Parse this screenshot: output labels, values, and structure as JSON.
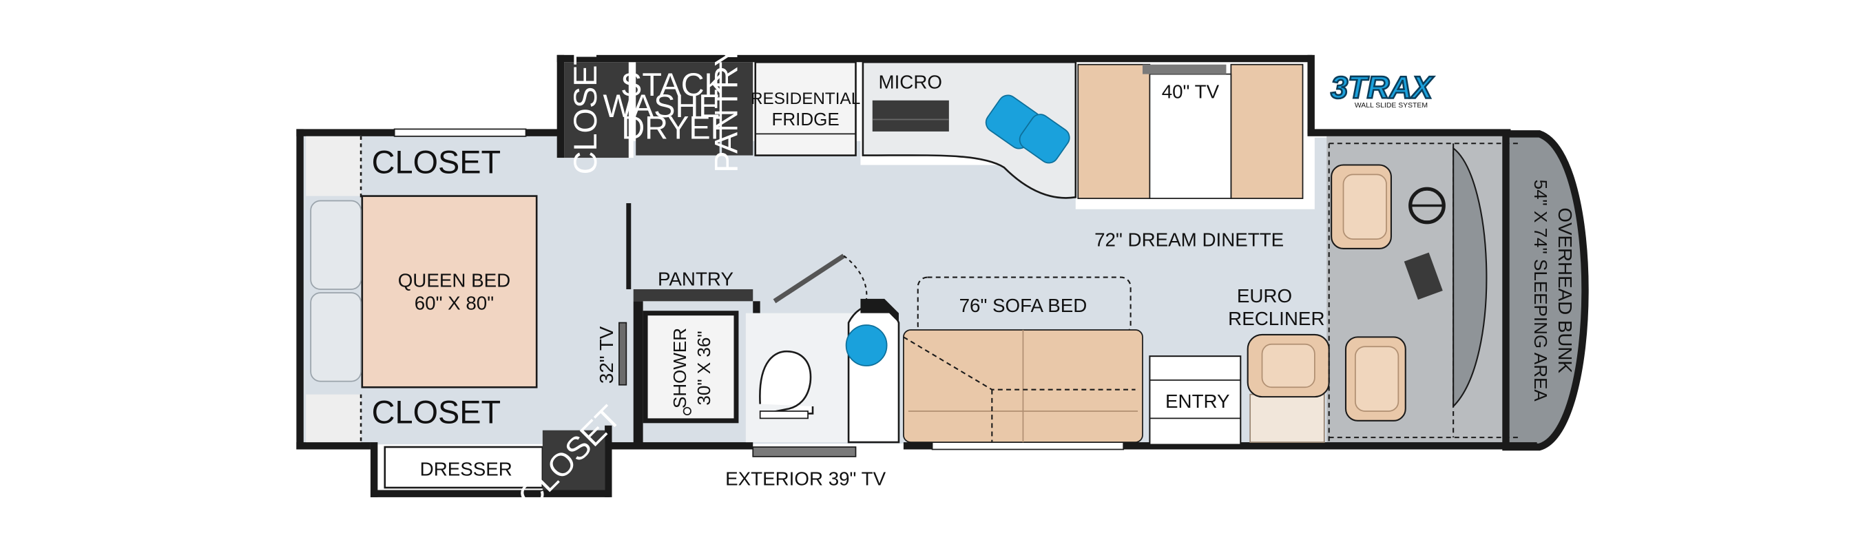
{
  "floorplan": {
    "colors": {
      "floor": "#d8dfe6",
      "wall": "#1a1a1a",
      "bed_fill": "#f1d5c2",
      "furniture_fill": "#e9c8a9",
      "cabinet_dark": "#3a3a3a",
      "cabinet_light": "#d6d6d6",
      "cab_gray": "#b9bcbf",
      "accent_blue": "#1aa1dc"
    },
    "labels": {
      "closet_top_left": "CLOSET",
      "closet_bottom_left": "CLOSET",
      "queen_bed_line1": "QUEEN BED",
      "queen_bed_line2": "60\" X 80\"",
      "tv_bedroom": "32\" TV",
      "dresser": "DRESSER",
      "closet_bottom": "CLOSET",
      "closet_upper": "CLOSET",
      "washer_line1": "STACK.",
      "washer_line2": "WASHER/",
      "washer_line3": "DRYER",
      "pantry_upper": "PANTRY",
      "fridge_line1": "RESIDENTIAL",
      "fridge_line2": "FRIDGE",
      "pantry_hall": "PANTRY",
      "shower_line1": "SHOWER",
      "shower_line2": "30\" X 36\"",
      "exterior_tv": "EXTERIOR 39\" TV",
      "micro": "MICRO",
      "tv_dinette": "40\" TV",
      "dinette": "72\" DREAM DINETTE",
      "sofa_bed": "76\" SOFA BED",
      "euro_line1": "EURO",
      "euro_line2": "RECLINER",
      "entry": "ENTRY",
      "bunk_line1": "OVERHEAD BUNK",
      "bunk_line2": "54\" X 74\" SLEEPING AREA"
    },
    "logo": {
      "brand": "3TRAX",
      "tagline": "WALL SLIDE SYSTEM"
    }
  }
}
